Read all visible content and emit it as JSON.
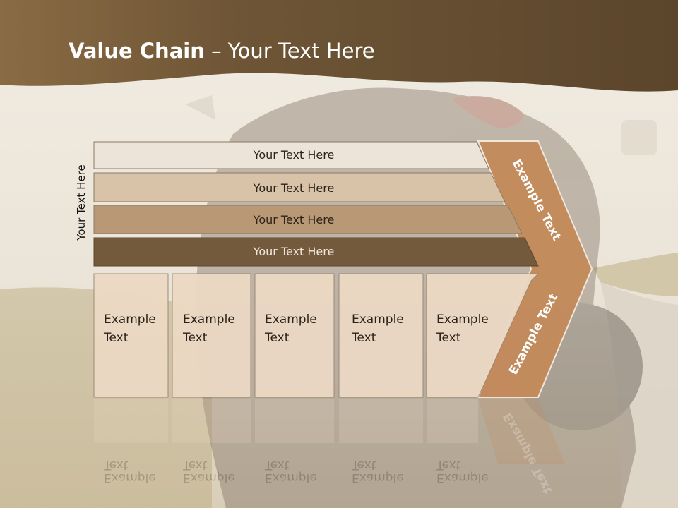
{
  "slide": {
    "title_bold": "Value Chain",
    "title_rest": " – Your Text Here",
    "side_label": "Your Text Here"
  },
  "bands": [
    {
      "label": "Your Text Here",
      "fill": "#ece4d8",
      "text_color": "#2b2218"
    },
    {
      "label": "Your Text Here",
      "fill": "#d8c3a8",
      "text_color": "#2b2218"
    },
    {
      "label": "Your Text Here",
      "fill": "#b89875",
      "text_color": "#2b2218"
    },
    {
      "label": "Your Text Here",
      "fill": "#745a3d",
      "text_color": "#f0e8dc"
    }
  ],
  "boxes": [
    {
      "line1": "Example",
      "line2": "Text"
    },
    {
      "line1": "Example",
      "line2": "Text"
    },
    {
      "line1": "Example",
      "line2": "Text"
    },
    {
      "line1": "Example",
      "line2": "Text"
    },
    {
      "line1": "Example",
      "line2": "Text"
    }
  ],
  "chevron": {
    "upper_label": "Example Text",
    "lower_label": "Example Text",
    "fill": "#c48a5a"
  },
  "colors": {
    "header": "#6e5536",
    "box_fill": "#ecd9c4"
  }
}
